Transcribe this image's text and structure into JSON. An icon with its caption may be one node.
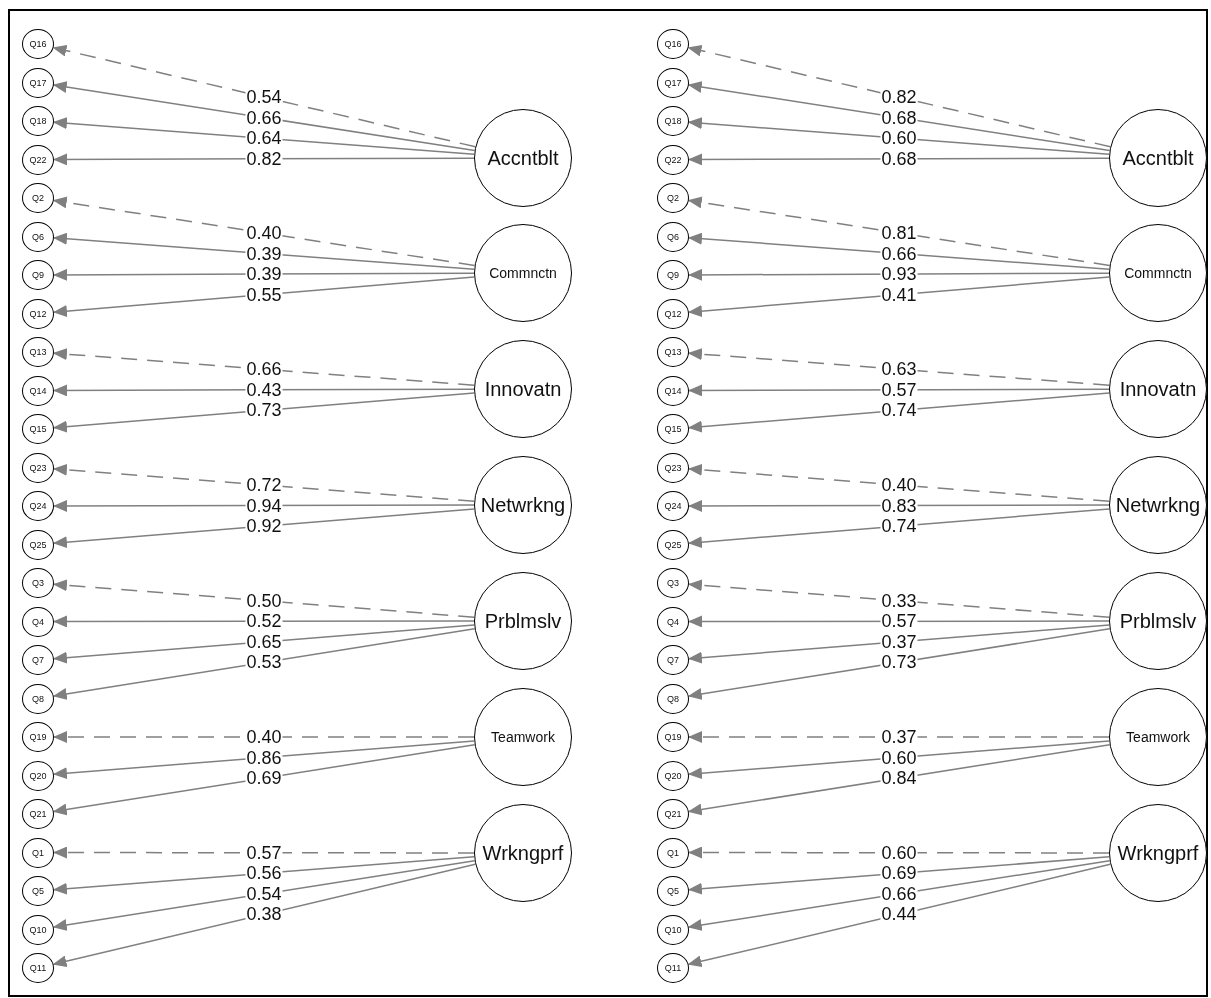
{
  "diagram": {
    "nodes": [
      {
        "text": [
          "Accntblt"
        ]
      },
      {
        "text": [
          "Commnctn"
        ]
      },
      {
        "text": [
          "Innovatn"
        ]
      },
      {
        "text": [
          "Netwrkng"
        ]
      },
      {
        "text": [
          "Prblmslv"
        ]
      },
      {
        "text": [
          "Teamwork"
        ]
      },
      {
        "text": [
          "Wrkngprf"
        ]
      },
      {
        "text": [
          "Q16"
        ]
      },
      {
        "text": [
          "Q17"
        ]
      },
      {
        "text": [
          "Q18"
        ]
      },
      {
        "text": [
          "Q22"
        ]
      },
      {
        "text": [
          "Q2"
        ]
      },
      {
        "text": [
          "Q6"
        ]
      },
      {
        "text": [
          "Q9"
        ]
      },
      {
        "text": [
          "Q12"
        ]
      },
      {
        "text": [
          "Q13"
        ]
      },
      {
        "text": [
          "Q14"
        ]
      },
      {
        "text": [
          "Q15"
        ]
      },
      {
        "text": [
          "Q23"
        ]
      },
      {
        "text": [
          "Q24"
        ]
      },
      {
        "text": [
          "Q25"
        ]
      },
      {
        "text": [
          "Q3"
        ]
      },
      {
        "text": [
          "Q4"
        ]
      },
      {
        "text": [
          "Q7"
        ]
      },
      {
        "text": [
          "Q8"
        ]
      },
      {
        "text": [
          "Q19"
        ]
      },
      {
        "text": [
          "Q20"
        ]
      },
      {
        "text": [
          "Q21"
        ]
      },
      {
        "text": [
          "Q1"
        ]
      },
      {
        "text": [
          "Q5"
        ]
      },
      {
        "text": [
          "Q10"
        ]
      },
      {
        "text": [
          "Q11"
        ]
      },
      {
        "text": [
          "Accntblt"
        ]
      },
      {
        "text": [
          "Commnctn"
        ]
      },
      {
        "text": [
          "Innovatn"
        ]
      },
      {
        "text": [
          "Netwrkng"
        ]
      },
      {
        "text": [
          "Prblmslv"
        ]
      },
      {
        "text": [
          "Teamwork"
        ]
      },
      {
        "text": [
          "Wrkngprf"
        ]
      },
      {
        "text": [
          "Q16"
        ]
      },
      {
        "text": [
          "Q17"
        ]
      },
      {
        "text": [
          "Q18"
        ]
      },
      {
        "text": [
          "Q22"
        ]
      },
      {
        "text": [
          "Q2"
        ]
      },
      {
        "text": [
          "Q6"
        ]
      },
      {
        "text": [
          "Q9"
        ]
      },
      {
        "text": [
          "Q12"
        ]
      },
      {
        "text": [
          "Q13"
        ]
      },
      {
        "text": [
          "Q14"
        ]
      },
      {
        "text": [
          "Q15"
        ]
      },
      {
        "text": [
          "Q23"
        ]
      },
      {
        "text": [
          "Q24"
        ]
      },
      {
        "text": [
          "Q25"
        ]
      },
      {
        "text": [
          "Q3"
        ]
      },
      {
        "text": [
          "Q4"
        ]
      },
      {
        "text": [
          "Q7"
        ]
      },
      {
        "text": [
          "Q8"
        ]
      },
      {
        "text": [
          "Q19"
        ]
      },
      {
        "text": [
          "Q20"
        ]
      },
      {
        "text": [
          "Q21"
        ]
      },
      {
        "text": [
          "Q1"
        ]
      },
      {
        "text": [
          "Q5"
        ]
      },
      {
        "text": [
          "Q10"
        ]
      },
      {
        "text": [
          "Q11"
        ]
      }
    ],
    "edges": [
      {
        "from": 0,
        "to": 7,
        "arrow": "to",
        "label": "0.54",
        "style": "dashed"
      },
      {
        "from": 0,
        "to": 8,
        "arrow": "to",
        "label": "0.66"
      },
      {
        "from": 0,
        "to": 9,
        "arrow": "to",
        "label": "0.64"
      },
      {
        "from": 0,
        "to": 10,
        "arrow": "to",
        "label": "0.82"
      },
      {
        "from": 1,
        "to": 11,
        "arrow": "to",
        "label": "0.40",
        "style": "dashed"
      },
      {
        "from": 1,
        "to": 12,
        "arrow": "to",
        "label": "0.39"
      },
      {
        "from": 1,
        "to": 13,
        "arrow": "to",
        "label": "0.39"
      },
      {
        "from": 1,
        "to": 14,
        "arrow": "to",
        "label": "0.55"
      },
      {
        "from": 2,
        "to": 15,
        "arrow": "to",
        "label": "0.66",
        "style": "dashed"
      },
      {
        "from": 2,
        "to": 16,
        "arrow": "to",
        "label": "0.43"
      },
      {
        "from": 2,
        "to": 17,
        "arrow": "to",
        "label": "0.73"
      },
      {
        "from": 3,
        "to": 18,
        "arrow": "to",
        "label": "0.72",
        "style": "dashed"
      },
      {
        "from": 3,
        "to": 19,
        "arrow": "to",
        "label": "0.94"
      },
      {
        "from": 3,
        "to": 20,
        "arrow": "to",
        "label": "0.92"
      },
      {
        "from": 4,
        "to": 21,
        "arrow": "to",
        "label": "0.50",
        "style": "dashed"
      },
      {
        "from": 4,
        "to": 22,
        "arrow": "to",
        "label": "0.52"
      },
      {
        "from": 4,
        "to": 23,
        "arrow": "to",
        "label": "0.65"
      },
      {
        "from": 4,
        "to": 24,
        "arrow": "to",
        "label": "0.53"
      },
      {
        "from": 5,
        "to": 25,
        "arrow": "to",
        "label": "0.40",
        "style": "dashed"
      },
      {
        "from": 5,
        "to": 26,
        "arrow": "to",
        "label": "0.86"
      },
      {
        "from": 5,
        "to": 27,
        "arrow": "to",
        "label": "0.69"
      },
      {
        "from": 6,
        "to": 28,
        "arrow": "to",
        "label": "0.57",
        "style": "dashed"
      },
      {
        "from": 6,
        "to": 29,
        "arrow": "to",
        "label": "0.56"
      },
      {
        "from": 6,
        "to": 30,
        "arrow": "to",
        "label": "0.54"
      },
      {
        "from": 6,
        "to": 31,
        "arrow": "to",
        "label": "0.38"
      },
      {
        "from": 32,
        "to": 39,
        "arrow": "to",
        "label": "0.82",
        "style": "dashed"
      },
      {
        "from": 32,
        "to": 40,
        "arrow": "to",
        "label": "0.68"
      },
      {
        "from": 32,
        "to": 41,
        "arrow": "to",
        "label": "0.60"
      },
      {
        "from": 32,
        "to": 42,
        "arrow": "to",
        "label": "0.68"
      },
      {
        "from": 33,
        "to": 43,
        "arrow": "to",
        "label": "0.81",
        "style": "dashed"
      },
      {
        "from": 33,
        "to": 44,
        "arrow": "to",
        "label": "0.66"
      },
      {
        "from": 33,
        "to": 45,
        "arrow": "to",
        "label": "0.93"
      },
      {
        "from": 33,
        "to": 46,
        "arrow": "to",
        "label": "0.41"
      },
      {
        "from": 34,
        "to": 47,
        "arrow": "to",
        "label": "0.63",
        "style": "dashed"
      },
      {
        "from": 34,
        "to": 48,
        "arrow": "to",
        "label": "0.57"
      },
      {
        "from": 34,
        "to": 49,
        "arrow": "to",
        "label": "0.74"
      },
      {
        "from": 35,
        "to": 50,
        "arrow": "to",
        "label": "0.40",
        "style": "dashed"
      },
      {
        "from": 35,
        "to": 51,
        "arrow": "to",
        "label": "0.83"
      },
      {
        "from": 35,
        "to": 52,
        "arrow": "to",
        "label": "0.74"
      },
      {
        "from": 36,
        "to": 53,
        "arrow": "to",
        "label": "0.33",
        "style": "dashed"
      },
      {
        "from": 36,
        "to": 54,
        "arrow": "to",
        "label": "0.57"
      },
      {
        "from": 36,
        "to": 55,
        "arrow": "to",
        "label": "0.37"
      },
      {
        "from": 36,
        "to": 56,
        "arrow": "to",
        "label": "0.73"
      },
      {
        "from": 37,
        "to": 57,
        "arrow": "to",
        "label": "0.37",
        "style": "dashed"
      },
      {
        "from": 37,
        "to": 58,
        "arrow": "to",
        "label": "0.60"
      },
      {
        "from": 37,
        "to": 59,
        "arrow": "to",
        "label": "0.84"
      },
      {
        "from": 38,
        "to": 60,
        "arrow": "to",
        "label": "0.60",
        "style": "dashed"
      },
      {
        "from": 38,
        "to": 61,
        "arrow": "to",
        "label": "0.69"
      },
      {
        "from": 38,
        "to": 62,
        "arrow": "to",
        "label": "0.66"
      },
      {
        "from": 38,
        "to": 63,
        "arrow": "to",
        "label": "0.44"
      }
    ]
  }
}
